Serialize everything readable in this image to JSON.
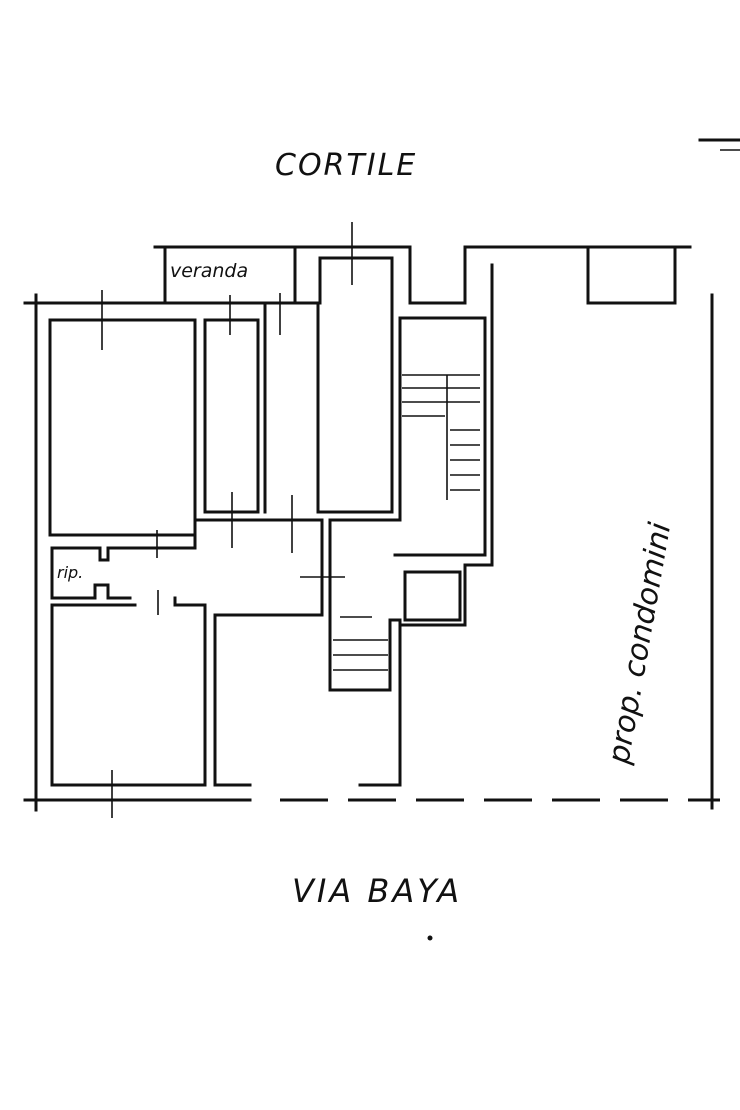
{
  "plan": {
    "top_label": "CORTILE",
    "bottom_label": "VIA BAYA",
    "veranda_label": "veranda",
    "storage_label": "rip.",
    "side_label": "prop. condomini"
  }
}
